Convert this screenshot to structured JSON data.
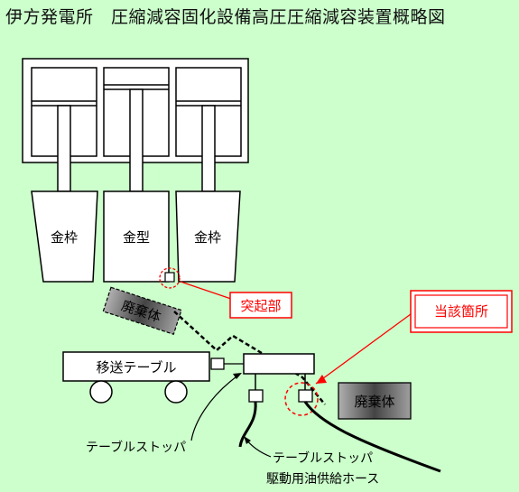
{
  "title": "伊方発電所　圧縮減容固化設備高圧圧縮減容装置概略図",
  "labels": {
    "mold_left": "金枠",
    "mold_center": "金型",
    "mold_right": "金枠",
    "waste_tilted": "廃棄体",
    "waste_right": "廃棄体",
    "transfer_table": "移送テーブル",
    "protrusion": "突起部",
    "relevant_location": "当該箇所",
    "table_stopper": "テーブルストッパ",
    "hose_line1": "テーブルストッパ",
    "hose_line2": "駆動用油供給ホース"
  },
  "colors": {
    "background": "#ccffcc",
    "callout_red": "#ff0000",
    "waste_block": "#555555"
  }
}
